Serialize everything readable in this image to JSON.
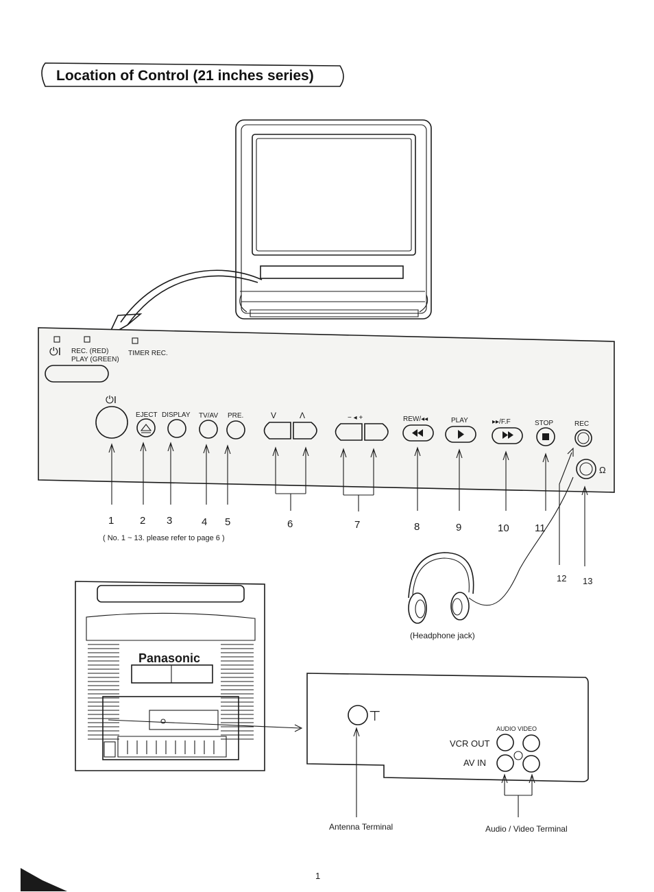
{
  "title": "Location of Control (21 inches series)",
  "panel": {
    "indicators": {
      "rec_red": "REC. (RED)",
      "play_green": "PLAY (GREEN)",
      "timer_rec": "TIMER REC."
    },
    "power_symbol": "⏻I",
    "buttons": {
      "eject": "EJECT",
      "display": "DISPLAY",
      "tvav": "TV/AV",
      "pre": "PRE.",
      "vol_down": "V",
      "vol_up": "Λ",
      "tracking": "− ◂ +",
      "rew": "REW/◂◂",
      "play": "PLAY",
      "ff": "▸▸/F.F",
      "stop": "STOP",
      "rec": "REC"
    },
    "headphone_symbol": "Ω"
  },
  "callouts": [
    "1",
    "2",
    "3",
    "4",
    "5",
    "6",
    "7",
    "8",
    "9",
    "10",
    "11",
    "12",
    "13"
  ],
  "note": "( No. 1 ~ 13. please refer to page 6 )",
  "headphone_caption": "(Headphone jack)",
  "rear": {
    "brand": "Panasonic",
    "jacks_header": "AUDIO VIDEO",
    "vcr_out": "VCR OUT",
    "av_in": "AV IN",
    "antenna_caption": "Antenna Terminal",
    "av_caption": "Audio / Video Terminal"
  },
  "page_number": "1"
}
